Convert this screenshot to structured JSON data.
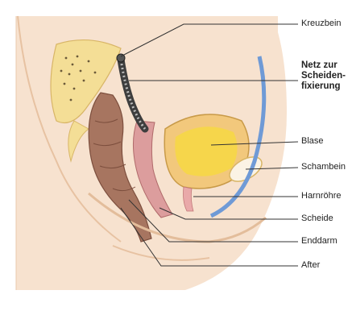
{
  "labels": {
    "kreuzbein": "Kreuzbein",
    "netz_line1": "Netz zur",
    "netz_line2": "Scheiden-",
    "netz_line3": "fixierung",
    "blase": "Blase",
    "schambein": "Schambein",
    "harnroehre": "Harnröhre",
    "scheide": "Scheide",
    "enddarm": "Enddarm",
    "after": "After"
  },
  "colors": {
    "skin": "#f6dcc4",
    "bone": "#f3d98f",
    "bladder_wall": "#f1c67b",
    "bladder_inner": "#f5d347",
    "rectum": "#9c6a55",
    "vagina": "#d79a9a",
    "mesh": "#3c3c3c",
    "vessel": "#6f9ad6",
    "leader": "#333333"
  }
}
